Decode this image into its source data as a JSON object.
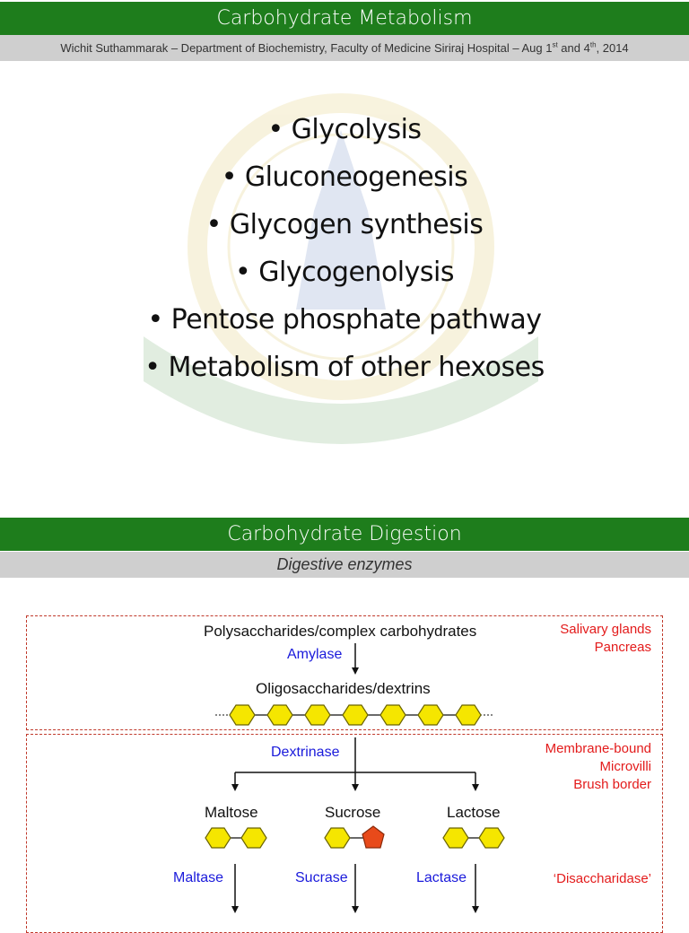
{
  "slide1": {
    "title": "Carbohydrate Metabolism",
    "subtitle_pre": "Wichit Suthammarak – Department of Biochemistry, Faculty of Medicine Siriraj Hospital – Aug 1",
    "sup1": "st",
    "mid": " and 4",
    "sup2": "th",
    "year": ", 2014",
    "bullets": [
      "• Glycolysis",
      "• Gluconeogenesis",
      "• Glycogen synthesis",
      "• Glycogenolysis",
      "• Pentose phosphate pathway",
      "• Metabolism of other hexoses"
    ]
  },
  "slide2": {
    "title": "Carbohydrate Digestion",
    "subtitle": "Digestive enzymes",
    "poly": "Polysaccharides/complex carbohydrates",
    "amylase": "Amylase",
    "oligo": "Oligosaccharides/dextrins",
    "dextrinase": "Dextrinase",
    "maltose": "Maltose",
    "sucrose": "Sucrose",
    "lactose": "Lactose",
    "maltase": "Maltase",
    "sucrase": "Sucrase",
    "lactase": "Lactase",
    "side1": [
      "Salivary glands",
      "Pancreas"
    ],
    "side2": [
      "Membrane-bound",
      "Microvilli",
      "Brush border"
    ],
    "side3": "‘Disaccharidase’",
    "colors": {
      "green": "#1e7d1c",
      "hexagon": "#f5e600",
      "fructose": "#e84a1a",
      "enzyme": "#1a1adb",
      "note": "#e31b1b"
    }
  }
}
